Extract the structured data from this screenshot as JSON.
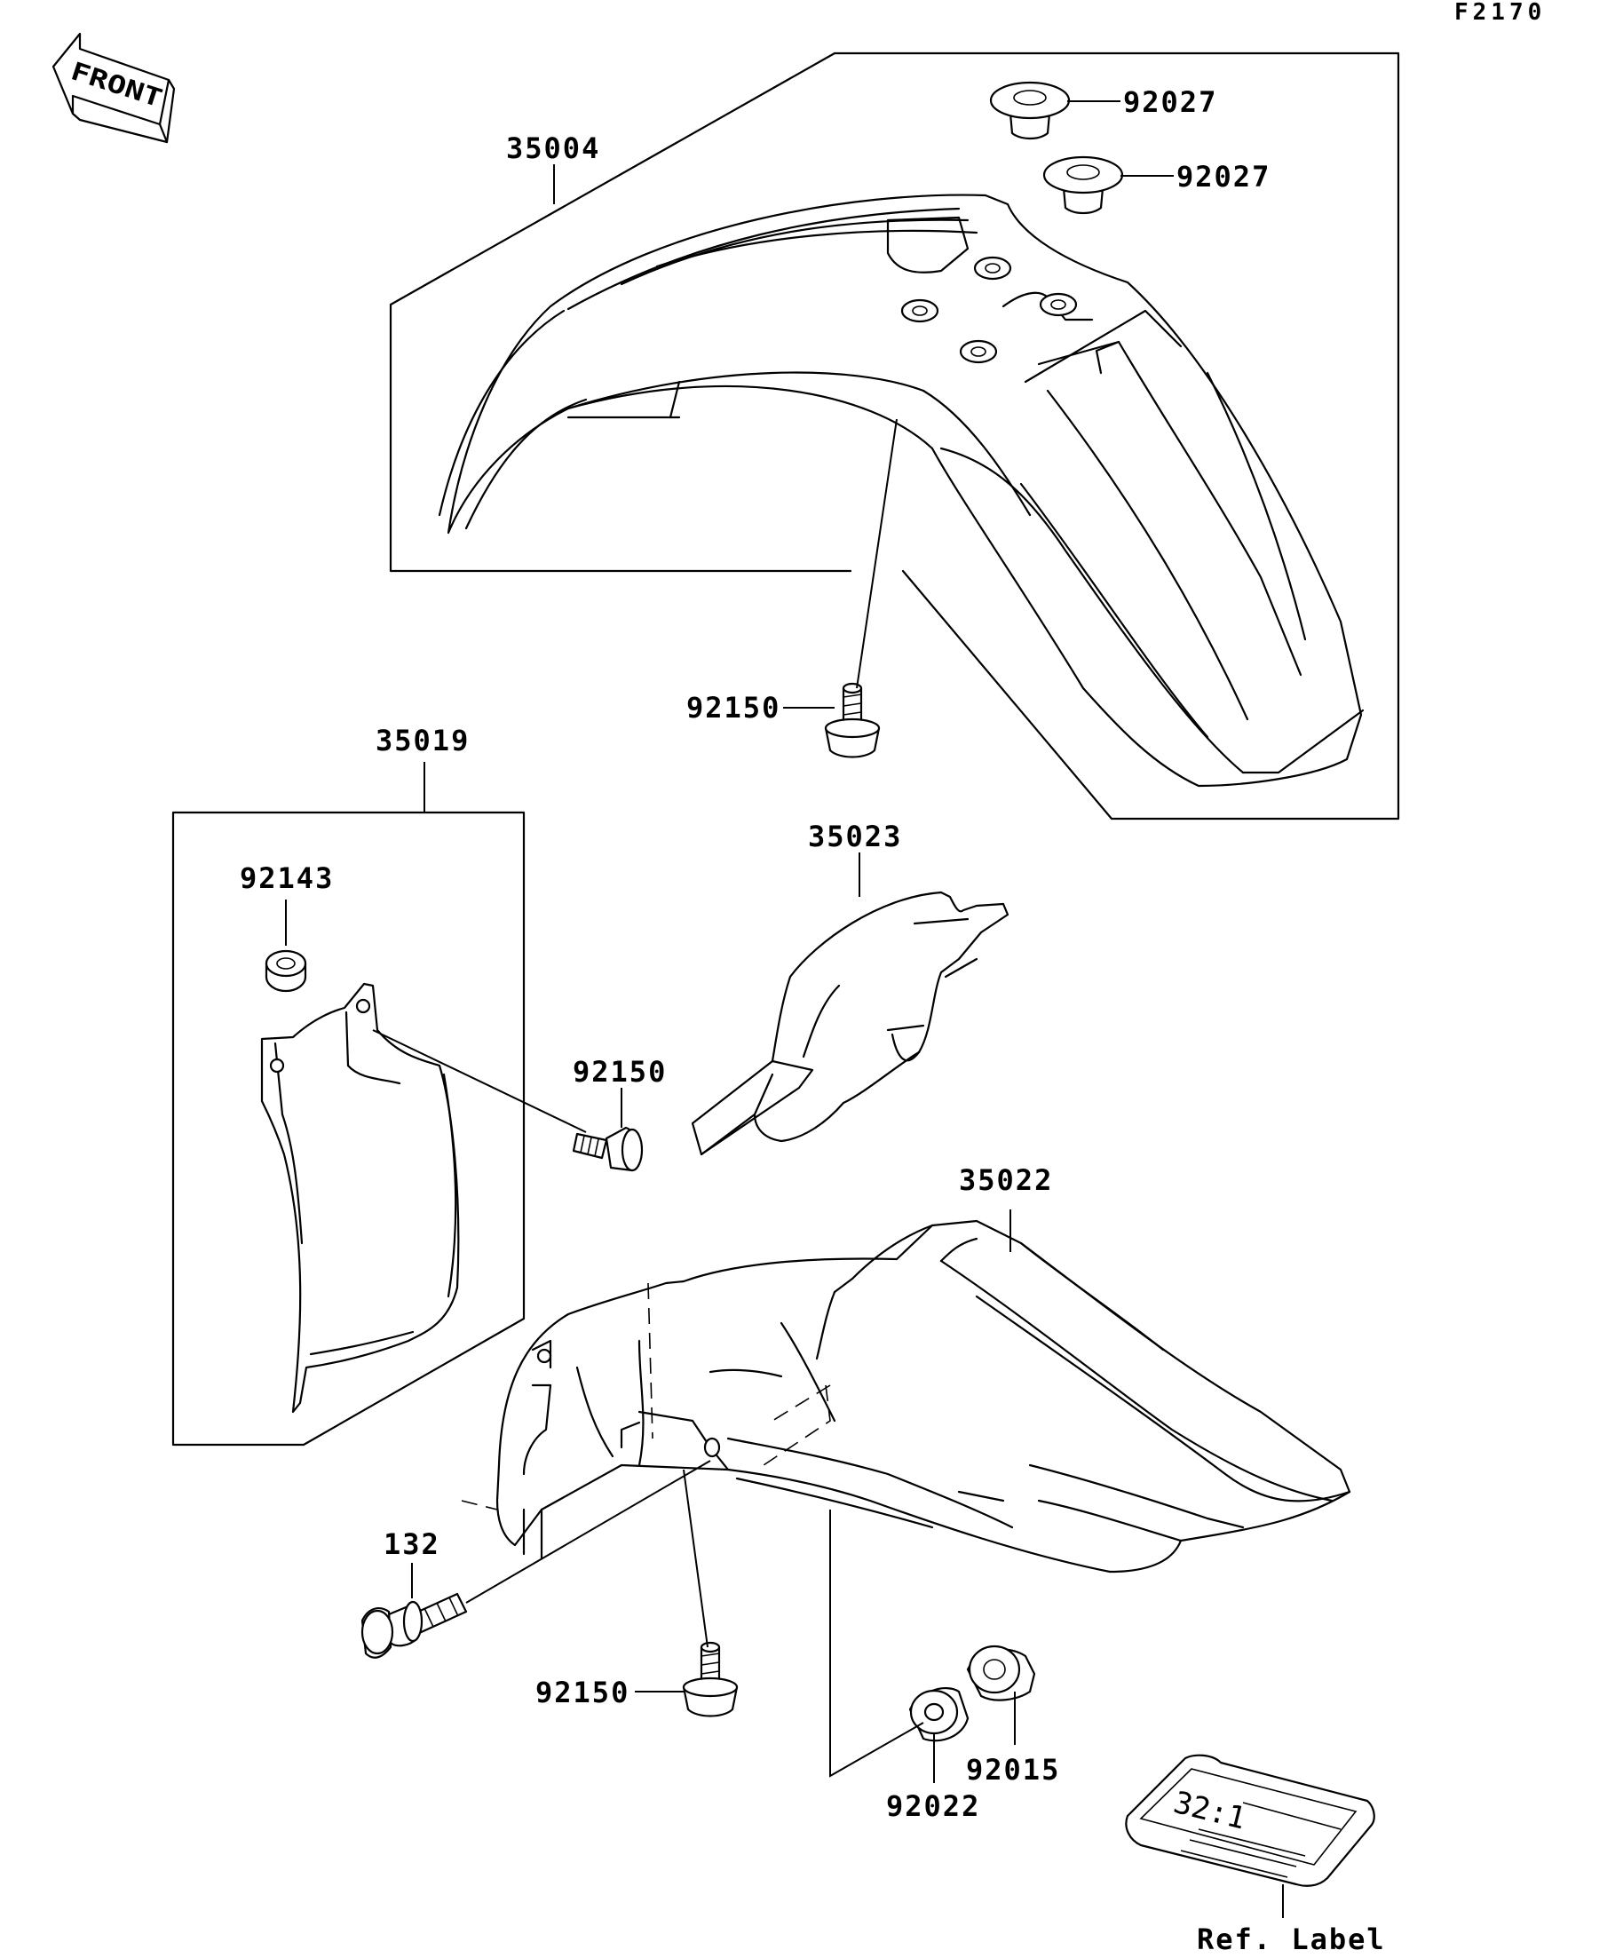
{
  "diagram_code": "F2170",
  "front_arrow_label": "FRONT",
  "parts": [
    {
      "label": "35004",
      "description_icon": "front-fender"
    },
    {
      "label": "92027",
      "description_icon": "grommet"
    },
    {
      "label": "92027",
      "description_icon": "grommet"
    },
    {
      "label": "92150",
      "description_icon": "bolt"
    },
    {
      "label": "35019",
      "description_icon": "mud-flap-kit"
    },
    {
      "label": "92143",
      "description_icon": "collar"
    },
    {
      "label": "92150",
      "description_icon": "bolt"
    },
    {
      "label": "35023",
      "description_icon": "rear-flap"
    },
    {
      "label": "35022",
      "description_icon": "rear-fender"
    },
    {
      "label": "132",
      "description_icon": "flanged-bolt"
    },
    {
      "label": "92150",
      "description_icon": "bolt"
    },
    {
      "label": "92022",
      "description_icon": "washer"
    },
    {
      "label": "92015",
      "description_icon": "nut"
    }
  ],
  "ref_label": "Ref. Label",
  "ref_plate_text": "32:1"
}
